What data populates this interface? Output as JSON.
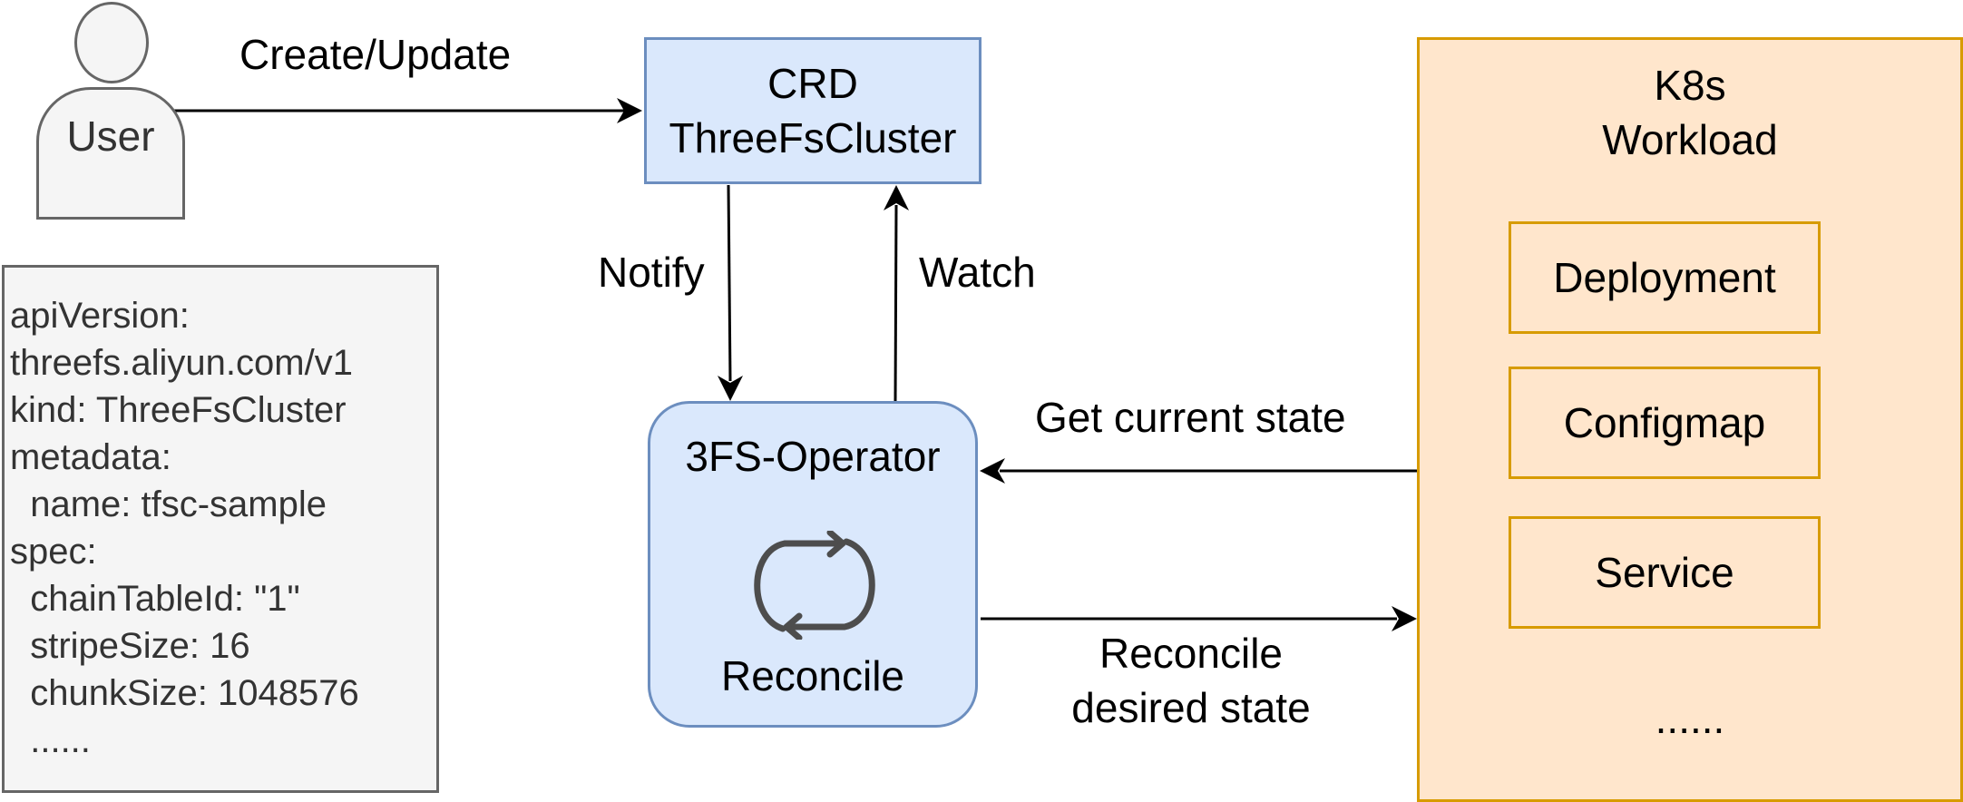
{
  "user": {
    "label": "User"
  },
  "crd": {
    "line1": "CRD",
    "line2": "ThreeFsCluster"
  },
  "edges": {
    "create_update": "Create/Update",
    "notify": "Notify",
    "watch": "Watch",
    "get_current_state": "Get current state",
    "reconcile_line1": "Reconcile",
    "reconcile_line2": "desired state"
  },
  "yaml": {
    "lines": [
      "apiVersion:",
      "threefs.aliyun.com/v1",
      "kind: ThreeFsCluster",
      "metadata:",
      "  name: tfsc-sample",
      "spec:",
      "  chainTableId: \"1\"",
      "  stripeSize: 16",
      "  chunkSize: 1048576",
      "  ......"
    ]
  },
  "operator": {
    "title": "3FS-Operator",
    "reconcile_label": "Reconcile",
    "icon": "sync-icon"
  },
  "k8s": {
    "title_line1": "K8s",
    "title_line2": "Workload",
    "items": [
      "Deployment",
      "Configmap",
      "Service"
    ],
    "more": "......"
  },
  "colors": {
    "blue_fill": "#dae8fc",
    "blue_stroke": "#6c8ebf",
    "orange_fill": "#ffe6cc",
    "orange_stroke": "#d79b00",
    "gray_fill": "#f5f5f5",
    "gray_stroke": "#666666"
  }
}
